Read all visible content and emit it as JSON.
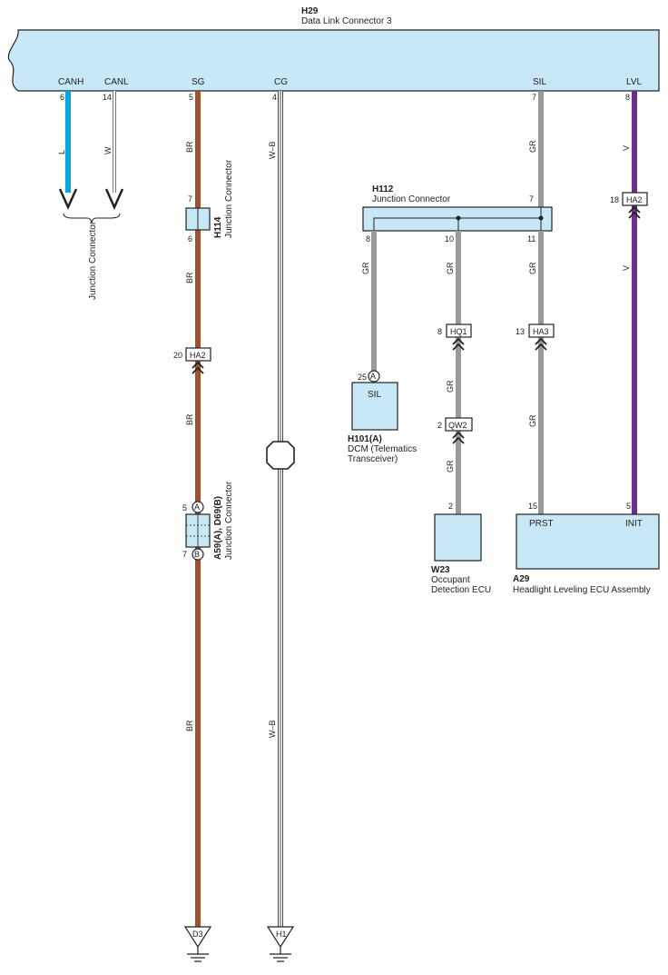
{
  "main_connector": {
    "id": "H29",
    "name": "Data Link Connector 3"
  },
  "main_pins": [
    {
      "name": "CANH",
      "num": "6"
    },
    {
      "name": "CANL",
      "num": "14"
    },
    {
      "name": "SG",
      "num": "5"
    },
    {
      "name": "CG",
      "num": "4"
    },
    {
      "name": "SIL",
      "num": "7"
    },
    {
      "name": "LVL",
      "num": "8"
    }
  ],
  "wire_codes": {
    "canh": "L",
    "canl": "W",
    "sg": "BR",
    "cg": "W–B",
    "sil": "GR",
    "lvl": "V"
  },
  "colors": {
    "L": "#00a5e3",
    "W": "#ffffff",
    "BR": "#a0522d",
    "W-B": "#ffffff",
    "GR": "#9a9a9a",
    "V": "#6b2d8f",
    "connector_fill": "#c9e8f7"
  },
  "can_junction_label": "Junction Connector",
  "h114": {
    "id": "H114",
    "name": "Junction Connector",
    "pin_top": "7",
    "pin_bottom": "6"
  },
  "ha2_sg": {
    "label": "HA2",
    "pin": "20"
  },
  "a59": {
    "label": "A59(A), D69(B)",
    "name": "Junction Connector",
    "pin_a": "5",
    "tag_a": "A",
    "pin_b": "7",
    "tag_b": "B"
  },
  "ground_d3": "D3",
  "ground_h1": "H1",
  "h112": {
    "id": "H112",
    "name": "Junction Connector",
    "pin_in": "7",
    "pins_out": [
      "8",
      "10",
      "11"
    ]
  },
  "h101": {
    "id": "H101(A)",
    "name_line1": "DCM (Telematics",
    "name_line2": "Transceiver)",
    "pin": "25",
    "tag": "A",
    "term": "SIL"
  },
  "hq1": {
    "label": "HQ1",
    "pin": "8"
  },
  "qw2": {
    "label": "QW2",
    "pin": "2"
  },
  "w23": {
    "id": "W23",
    "name_line1": "Occupant",
    "name_line2": "Detection ECU",
    "pin": "2"
  },
  "ha3": {
    "label": "HA3",
    "pin": "13"
  },
  "ha2_lvl": {
    "label": "HA2",
    "pin": "18"
  },
  "a29": {
    "id": "A29",
    "name": "Headlight Leveling ECU Assembly",
    "pin_prst": "15",
    "term_prst": "PRST",
    "pin_init": "5",
    "term_init": "INIT"
  }
}
